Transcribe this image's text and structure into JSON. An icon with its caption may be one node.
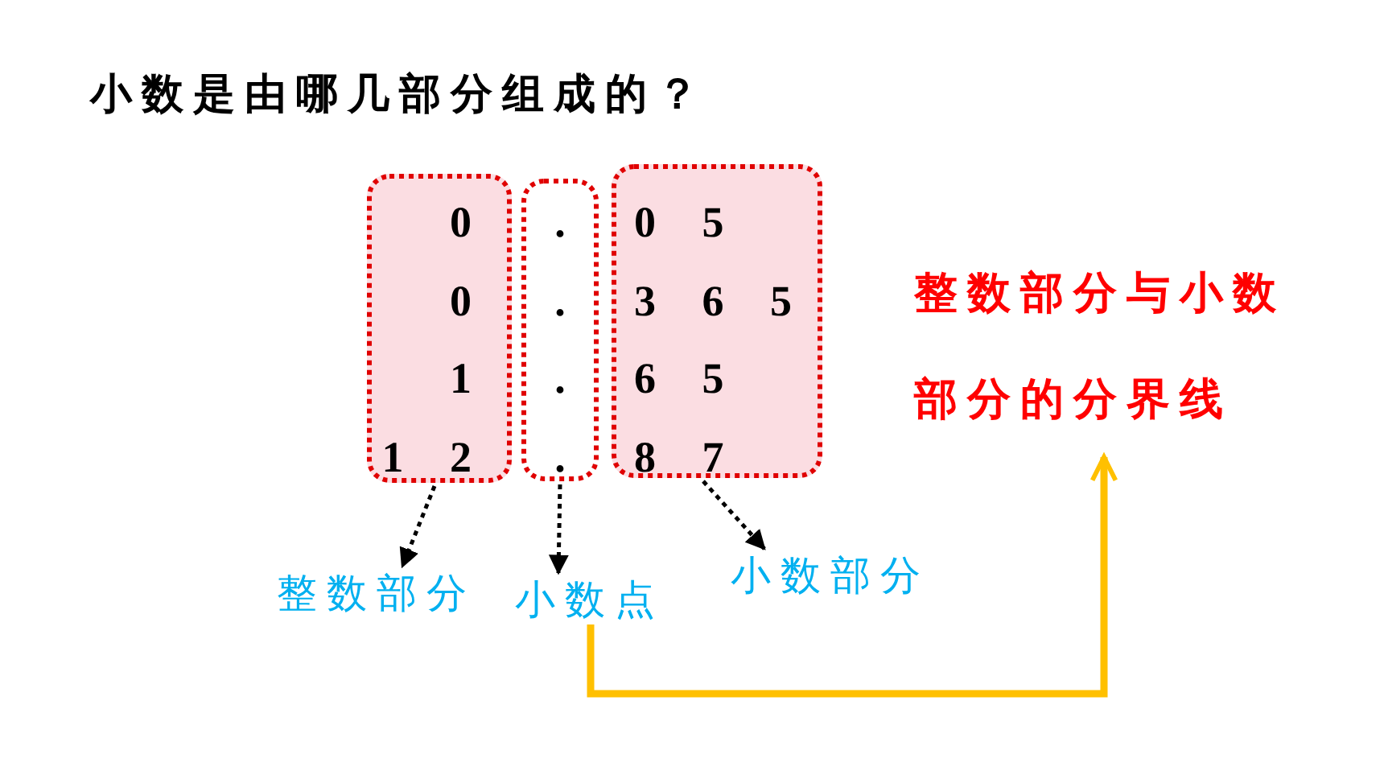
{
  "diagram": {
    "title": "小数是由哪几部分组成的？",
    "nodes": [
      {
        "text": [
          "0",
          "0",
          "1",
          "1 2"
        ]
      },
      {
        "text": [
          ".",
          ".",
          ".",
          "."
        ]
      },
      {
        "text": [
          "0 5",
          "3 6 5",
          "6 5",
          "8 7"
        ]
      },
      {
        "text": [
          "整数部分"
        ]
      },
      {
        "text": [
          "小数点"
        ]
      },
      {
        "text": [
          "小数部分"
        ]
      },
      {
        "text": [
          "整数部分与小数部分的分界线"
        ]
      }
    ],
    "edges": [
      {
        "from": 0,
        "to": 3,
        "arrow": "to",
        "style": "dashed"
      },
      {
        "from": 1,
        "to": 4,
        "arrow": "to",
        "style": "dashed"
      },
      {
        "from": 2,
        "to": 5,
        "arrow": "to",
        "style": "dashed"
      },
      {
        "from": 4,
        "to": 6,
        "arrow": "to",
        "style": "thick",
        "color": "#ffc000"
      }
    ]
  }
}
